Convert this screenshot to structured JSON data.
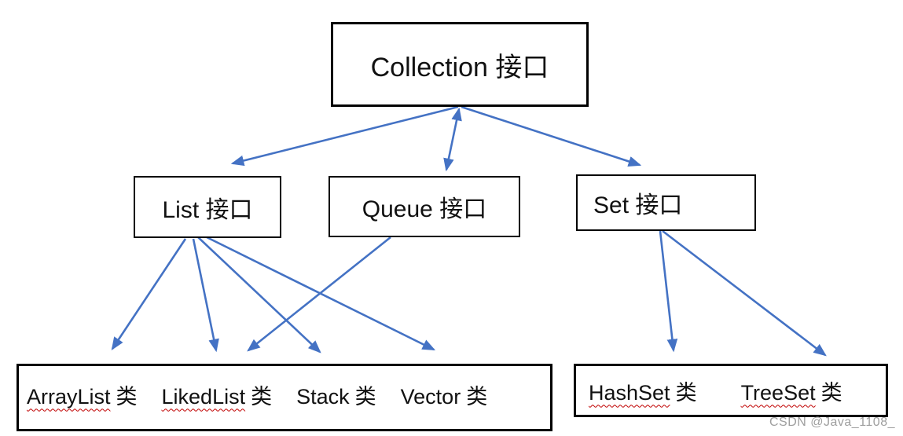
{
  "diagram": {
    "type": "hierarchy",
    "topic": "Java Collection framework interfaces and implementation classes",
    "nodes": {
      "collection": {
        "label": "Collection 接口"
      },
      "list": {
        "label": "List 接口"
      },
      "queue": {
        "label": "Queue 接口"
      },
      "set": {
        "label": "Set 接口"
      }
    },
    "impl_boxes": {
      "list_impls": {
        "items": [
          {
            "en": "ArrayList",
            "cn": "类",
            "spellcheck_underline": true
          },
          {
            "en": "LikedList",
            "cn": "类",
            "spellcheck_underline": true
          },
          {
            "en": "Stack",
            "cn": "类",
            "spellcheck_underline": false
          },
          {
            "en": "Vector",
            "cn": "类",
            "spellcheck_underline": false
          }
        ]
      },
      "set_impls": {
        "items": [
          {
            "en": "HashSet",
            "cn": "类",
            "spellcheck_underline": true
          },
          {
            "en": "TreeSet",
            "cn": "类",
            "spellcheck_underline": true
          }
        ]
      }
    },
    "edges": [
      {
        "from": "collection",
        "to": "list"
      },
      {
        "from": "collection",
        "to": "queue",
        "double_headed": true
      },
      {
        "from": "collection",
        "to": "set"
      },
      {
        "from": "list",
        "to": "ArrayList"
      },
      {
        "from": "list",
        "to": "LikedList"
      },
      {
        "from": "list",
        "to": "Stack"
      },
      {
        "from": "list",
        "to": "Vector"
      },
      {
        "from": "queue",
        "to": "LikedList"
      },
      {
        "from": "set",
        "to": "HashSet"
      },
      {
        "from": "set",
        "to": "TreeSet"
      }
    ]
  },
  "watermark": {
    "text": "CSDN @Java_1108_"
  },
  "colors": {
    "arrow": "#4472C4",
    "box_border": "#000000",
    "text": "#111111",
    "spellcheck_squiggle": "#C00000",
    "watermark": "#9E9E9E",
    "background": "#FFFFFF"
  }
}
